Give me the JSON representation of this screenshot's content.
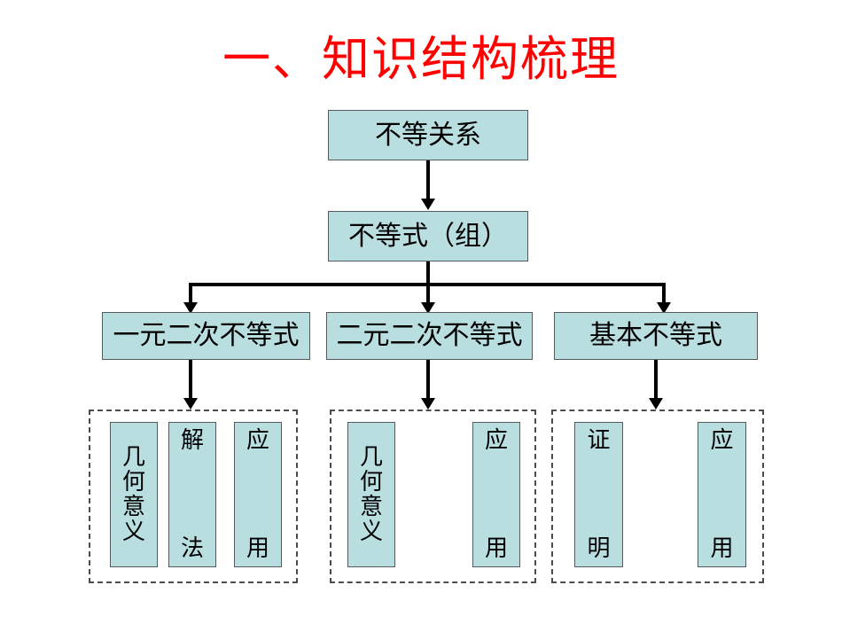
{
  "slide": {
    "title": "一、知识结构梳理",
    "title_color": "#FF0000",
    "background": "#FFFFFF",
    "node_fill": "#B9DEE0",
    "node_border": "#555A5C",
    "group_border": "#4D4D4D",
    "connector_color": "#000000"
  },
  "diagram": {
    "level1": {
      "label": "不等关系"
    },
    "level2": {
      "label": "不等式（组）"
    },
    "level3": [
      {
        "label": "一元二次不等式"
      },
      {
        "label": "二元二次不等式"
      },
      {
        "label": "基本不等式"
      }
    ],
    "groups": [
      {
        "name": "group-one-variable-quadratic",
        "chips": [
          {
            "label": "几何意义",
            "chars": [
              "几",
              "何",
              "意",
              "义"
            ],
            "align": "center"
          },
          {
            "label": "解法",
            "chars": [
              "解",
              "法"
            ],
            "align": "spread"
          },
          {
            "label": "应用",
            "chars": [
              "应",
              "用"
            ],
            "align": "spread"
          }
        ]
      },
      {
        "name": "group-two-variable-quadratic",
        "chips": [
          {
            "label": "几何意义",
            "chars": [
              "几",
              "何",
              "意",
              "义"
            ],
            "align": "center"
          },
          {
            "label": "应用",
            "chars": [
              "应",
              "用"
            ],
            "align": "spread"
          }
        ]
      },
      {
        "name": "group-basic-inequality",
        "chips": [
          {
            "label": "证明",
            "chars": [
              "证",
              "明"
            ],
            "align": "spread"
          },
          {
            "label": "应用",
            "chars": [
              "应",
              "用"
            ],
            "align": "spread"
          }
        ]
      }
    ]
  }
}
